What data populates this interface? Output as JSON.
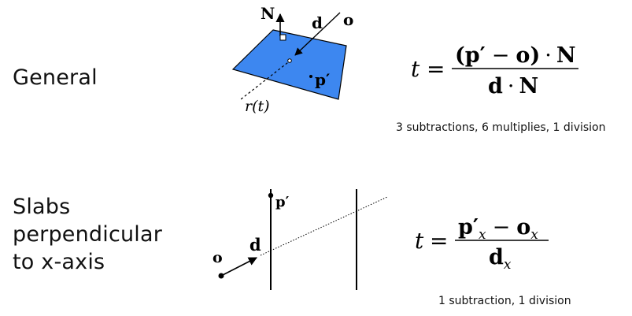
{
  "general": {
    "label": "General",
    "figure": {
      "normal_label": "N",
      "direction_label": "d",
      "origin_label": "o",
      "point_label": "p′",
      "ray_label": "r(t)",
      "plane_color": "#3d87f0"
    },
    "formula": {
      "lhs": "t",
      "eq": "=",
      "num_open": "(",
      "num_p": "p",
      "num_prime": "′",
      "num_minus": "−",
      "num_o": "o",
      "num_close": ")",
      "num_dot": "·",
      "num_N": "N",
      "den_d": "d",
      "den_dot": "·",
      "den_N": "N"
    },
    "cost": "3 subtractions, 6 multiplies, 1 division"
  },
  "slabs": {
    "label_lines": [
      "Slabs",
      "perpendicular",
      "to x-axis"
    ],
    "figure": {
      "point_label": "p′",
      "direction_label": "d",
      "origin_label": "o"
    },
    "formula": {
      "lhs": "t",
      "eq": "=",
      "num_p": "p",
      "num_prime": "′",
      "num_sub1": "x",
      "num_minus": "−",
      "num_o": "o",
      "num_sub2": "x",
      "den_d": "d",
      "den_sub": "x"
    },
    "cost": "1 subtraction, 1 division"
  }
}
